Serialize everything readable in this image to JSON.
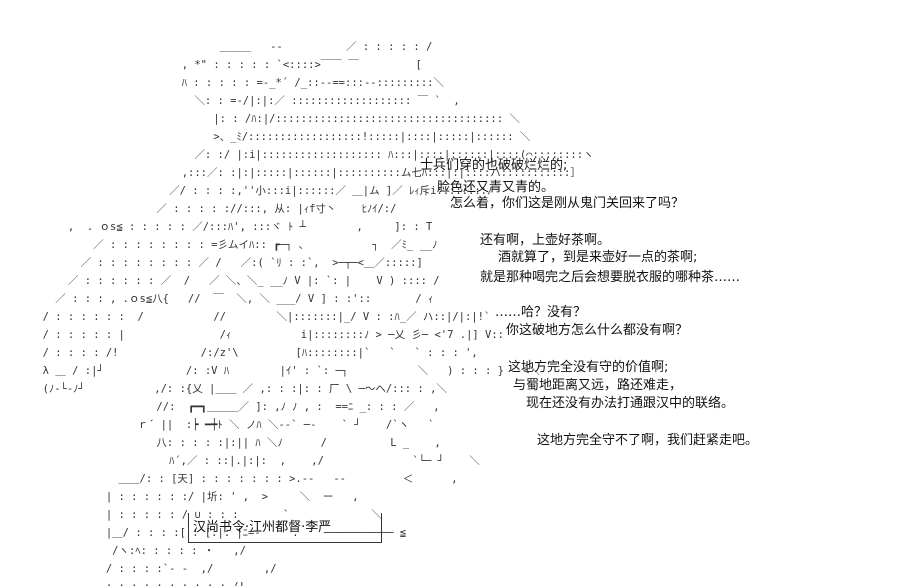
{
  "art": "                              ＿＿＿   ‐‐          ／ : : : : : /\n                        , *\" : : : : : `<::::>￣￣ ￣         [\n                        ﾊ : : : : : =-_*´ /_::--==:::--:::::::::＼\n                          ＼: : =-/|:|:／ ::::::::::::::::::: ￣ `  ,\n                             |: : /ﾊ:|/:::::::::::::::::::::::::::::::::::: ＼\n                             >、_ﾐ/::::::::::::::::::!:::::|::::|:::::|:::::: ＼\n                          ／: :/ |:i|::::::::::::::::::: ﾊ:::|::::|::::::|::::(⌒::::::::ヽ\n                        ,:::／: :|:|:::::|::::::|::::::::::ム七ﾊ:::|:|::::ハ:::::::::::］\n                      ／/ : : : :,''小:::i|::::::／ ＿|ム ]／ ﾚｨ斥i::::::::ﾉ\n                    ／ : : : : ://:::, 从: |ｨf寸丶    ﾋﾉｲ/:/\n      ,  . ｏs≦ : : : : : ／/:::ﾊ', :::ヾ ﾄ ┴        ,     ]: : T\n          ／ : : : : : : : : =彡ムイﾊ:: ┏─┐ 、          ┐  ／ﾐ_ __ﾉ\n        ／ : : : : : : : : ／ /   ／:( `ﾘ : :`,  >─┬─<＿／:::::]\n      ／ : : : : : : ／  /   ／ ＼、＼_ __ﾉ V |: `: |    V ) :::: /\n    ／ : : : , .ｏs≦八{   //  ￣  ＼, ＼ ___/ V ] : :'::       / ｨ\n  / : : : : : :  /           //        ＼|:::::::|_/ V : :ﾊ_／ ハ::|/|:|!`\n  / : : : : : |               /ｨ           i|::::::::ﾉ > ─乂 彡─ <'7 .|] V::\n  / : : : : /!             /:/z'\\         [ﾊ::::::::|`   `   ` : : : ',\n  λ ＿ / :|┘             /: :V ﾊ        |ｲ' : `: ─┐           ＼   ) : : : }   <＼\n  (ﾉ-└-ﾉ┘           ,/: :{乂 |＿＿ ／ ,: : :|: : 厂 \\ ─～ヘ/::: : ,＼\n                    //:  ┏━┓＿＿＿／ ]: ,ﾉ ﾉ , :  ==ﾆ _: : : ／   ,\n                 ｒ´ ||  :┝ ━┿ﾄ ＼ ノﾊ ＼-‐` ─‐    ` ┘    /`ヽ   `\n                    八: : : : :|:|| ﾊ ＼ﾉ      /          L _    ,\n                      ﾊ´,／ : ::|.|:|:  ,    ,/              `└─ ┘    ＼\n              ＿＿/: : [天] : : : : : : : >.-‐   ‐‐         ＜      ,\n            | : : : : : :/ |圻: ' ,  >     ＼  ー   ,\n            | : : : : : / ∪ : : :       `             ＼\n            |＿/ : : : :[ : [:|: |ﾆ=-     .    ─────────── ≦\n             /ヽ:ﾍ: : : : : ・   ,/\n            / : : : :`‐ ‐  ,/        ,/\n          , : : : : : : : : : : /!",
  "dialog": [
    "士兵们穿的也破破烂烂的;",
    "脸色还又青又青的。",
    "怎么着，你们这是刚从鬼门关回来了吗？",
    "还有啊，上壶好茶啊。",
    "酒就算了，到是来壶好一点的茶啊;",
    "就是那种喝完之后会想要脱衣服的哪种茶……",
    "……哈？没有？",
    "你这破地方怎么什么都没有啊？",
    "这地方完全没有守的价值啊;",
    "与蜀地距离又远，路还难走，",
    "现在还没有办法打通跟汉中的联络。",
    "这地方完全守不了啊，我们赶紧走吧。"
  ],
  "nameplate": "汉尚书令·江州都督·李严"
}
